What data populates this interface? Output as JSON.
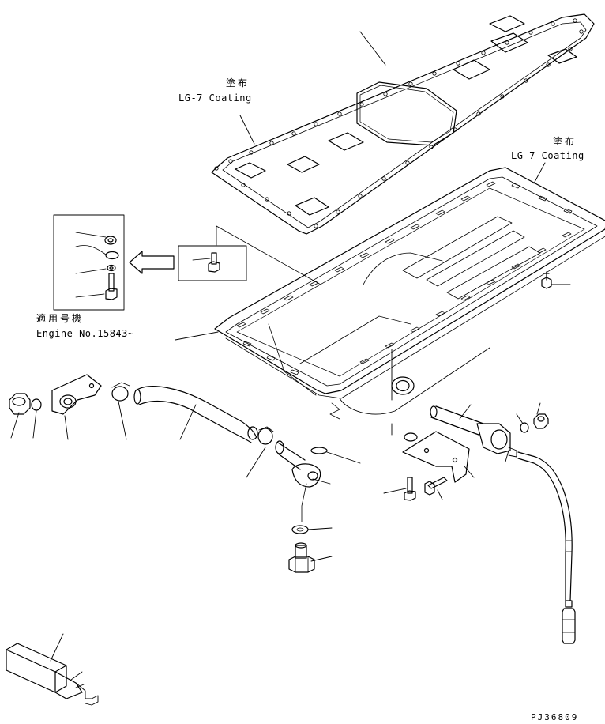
{
  "labels": {
    "coating_top_jp": "塗布",
    "coating_top_en": "LG-7 Coating",
    "coating_pan_jp": "塗布",
    "coating_pan_en": "LG-7 Coating",
    "applicable_jp": "適用号機",
    "applicable_engine": "Engine No.15843~",
    "drawing_id": "PJ36809"
  }
}
